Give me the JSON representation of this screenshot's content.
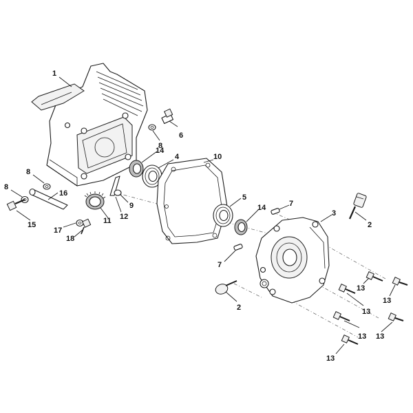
{
  "callouts": {
    "c1": "1",
    "c2a": "2",
    "c2b": "2",
    "c3": "3",
    "c4": "4",
    "c5": "5",
    "c6": "6",
    "c7a": "7",
    "c7b": "7",
    "c8a": "8",
    "c8b": "8",
    "c8c": "8",
    "c9": "9",
    "c10": "10",
    "c11": "11",
    "c12": "12",
    "c13a": "13",
    "c13b": "13",
    "c13c": "13",
    "c13d": "13",
    "c13e": "13",
    "c14a": "14",
    "c14b": "14",
    "c15": "15",
    "c16": "16",
    "c17": "17",
    "c18": "18"
  }
}
